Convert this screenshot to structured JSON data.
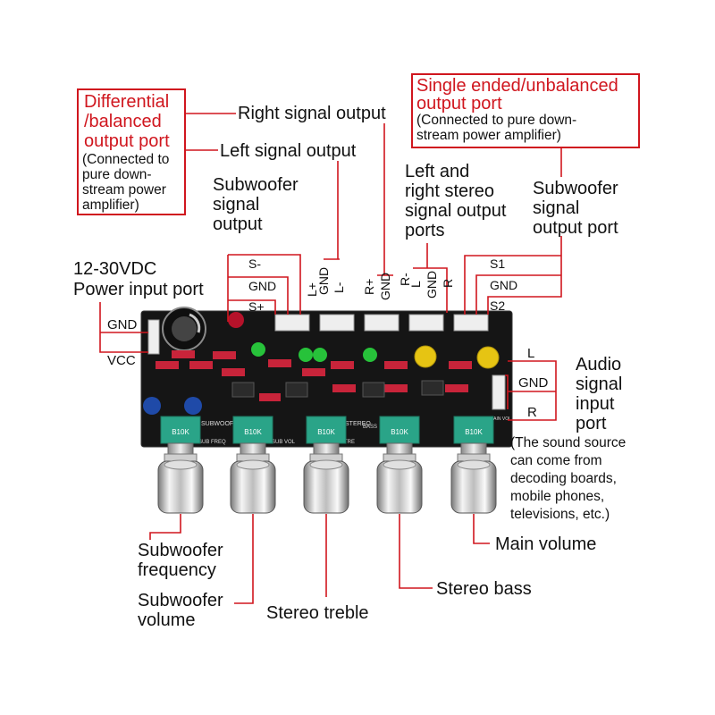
{
  "diff_port": {
    "title": [
      "Differential",
      "/balanced",
      "output port"
    ],
    "note": [
      "(Connected to",
      "pure down-",
      "stream power",
      "amplifier)"
    ]
  },
  "single_port": {
    "title": [
      "Single ended/unbalanced",
      "output port"
    ],
    "note": [
      "(Connected to pure down-",
      "stream power amplifier)"
    ]
  },
  "labels": {
    "right_signal_output": "Right signal output",
    "left_signal_output": "Left signal output",
    "subwoofer_signal_output": [
      "Subwoofer",
      "signal",
      "output"
    ],
    "lr_stereo_output": [
      "Left and",
      "right stereo",
      "signal output",
      "ports"
    ],
    "subwoofer_output_port": [
      "Subwoofer",
      "signal",
      "output port"
    ],
    "power_input": [
      "12-30VDC",
      "Power input port"
    ],
    "audio_input": [
      "Audio",
      "signal",
      "input",
      "port"
    ],
    "audio_input_note": [
      "(The sound source",
      "can come from",
      "decoding boards,",
      "mobile phones,",
      "televisions, etc.)"
    ],
    "main_volume": "Main volume",
    "stereo_bass": "Stereo bass",
    "stereo_treble": "Stereo treble",
    "subwoofer_frequency": [
      "Subwoofer",
      "frequency"
    ],
    "subwoofer_volume": [
      "Subwoofer",
      "volume"
    ]
  },
  "pins": {
    "s_minus": "S-",
    "gnd1": "GND",
    "s_plus": "S+",
    "gnd2": "GND",
    "l_plus": "L+",
    "l_minus": "L-",
    "r_plus": "R+",
    "gnd3": "GND",
    "r_minus": "R-",
    "l": "L",
    "gnd4": "GND",
    "r": "R",
    "s1": "S1",
    "gnd5": "GND",
    "s2": "S2",
    "power_gnd": "GND",
    "power_vcc": "VCC",
    "in_l": "L",
    "in_gnd": "GND",
    "in_r": "R"
  },
  "board_silk": {
    "subwoofer": "SUBWOOFER",
    "stereo": "STEREO",
    "sub_freq": "SUB FREQ",
    "sub_vol": "SUB VOL",
    "tre": "TRE",
    "bass": "BASS",
    "main_vol": "MAIN VOL",
    "pot": "B10K"
  },
  "colors": {
    "red_accent": "#d0161e",
    "board": "#151515",
    "knob": "#c8c8c8",
    "pot_body": "#2aa488",
    "connector": "#eeeeee",
    "resistor": "#c8243a",
    "cap_yellow": "#e6c413",
    "cap_green": "#27c23a"
  }
}
